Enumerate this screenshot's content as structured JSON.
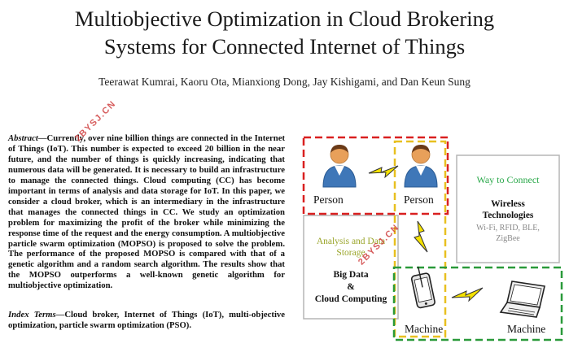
{
  "paper": {
    "title_line1": "Multiobjective Optimization in Cloud Brokering",
    "title_line2": "Systems for Connected Internet of Things",
    "authors": "Teerawat Kumrai, Kaoru Ota, Mianxiong Dong, Jay Kishigami, and Dan Keun Sung",
    "abstract_lead": "Abstract",
    "abstract_text": "—Currently, over nine billion things are connected in the Internet of Things (IoT). This number is expected to exceed 20 billion in the near future, and the number of things is quickly increasing, indicating that numerous data will be generated. It is necessary to build an infrastructure to manage the connected things. Cloud computing (CC) has become important in terms of analysis and data storage for IoT. In this paper, we consider a cloud broker, which is an intermediary in the infrastructure that manages the connected things in CC. We study an optimization problem for maximizing the profit of the broker while minimizing the response time of the request and the energy consumption. A multiobjective particle swarm optimization (MOPSO) is proposed to solve the problem. The performance of the proposed MOPSO is compared with that of a genetic algorithm and a random search algorithm. The results show that the MOPSO outperforms a well-known genetic algorithm for multiobjective optimization.",
    "index_lead": "Index Terms",
    "index_text": "—Cloud broker, Internet of Things (IoT), multi-objective optimization, particle swarm optimization (PSO)."
  },
  "watermark": {
    "text": "2BYSJ.CN"
  },
  "figure": {
    "person_left_label": "Person",
    "person_right_label": "Person",
    "machine_left_label": "Machine",
    "machine_right_label": "Machine",
    "way_to_connect": "Way to Connect",
    "wireless_title_line1": "Wireless",
    "wireless_title_line2": "Technologies",
    "wireless_list_line1": "Wi-Fi, RFID, BLE,",
    "wireless_list_line2": "ZigBee",
    "analysis_line1": "Analysis and Data",
    "analysis_line2": "Storage",
    "bigdata_line1": "Big Data",
    "bigdata_line2": "&",
    "bigdata_line3": "Cloud Computing",
    "colors": {
      "red_dashed": "#d92020",
      "yellow_dashed": "#e8c020",
      "green_dashed": "#2a9a3a",
      "gray_box": "#b5b5b5",
      "green_text": "#2aa84a",
      "olive_text": "#9aa52a",
      "person_blue": "#3f77b8",
      "person_skin": "#e8a05a",
      "bolt_yellow": "#f5e200"
    }
  }
}
